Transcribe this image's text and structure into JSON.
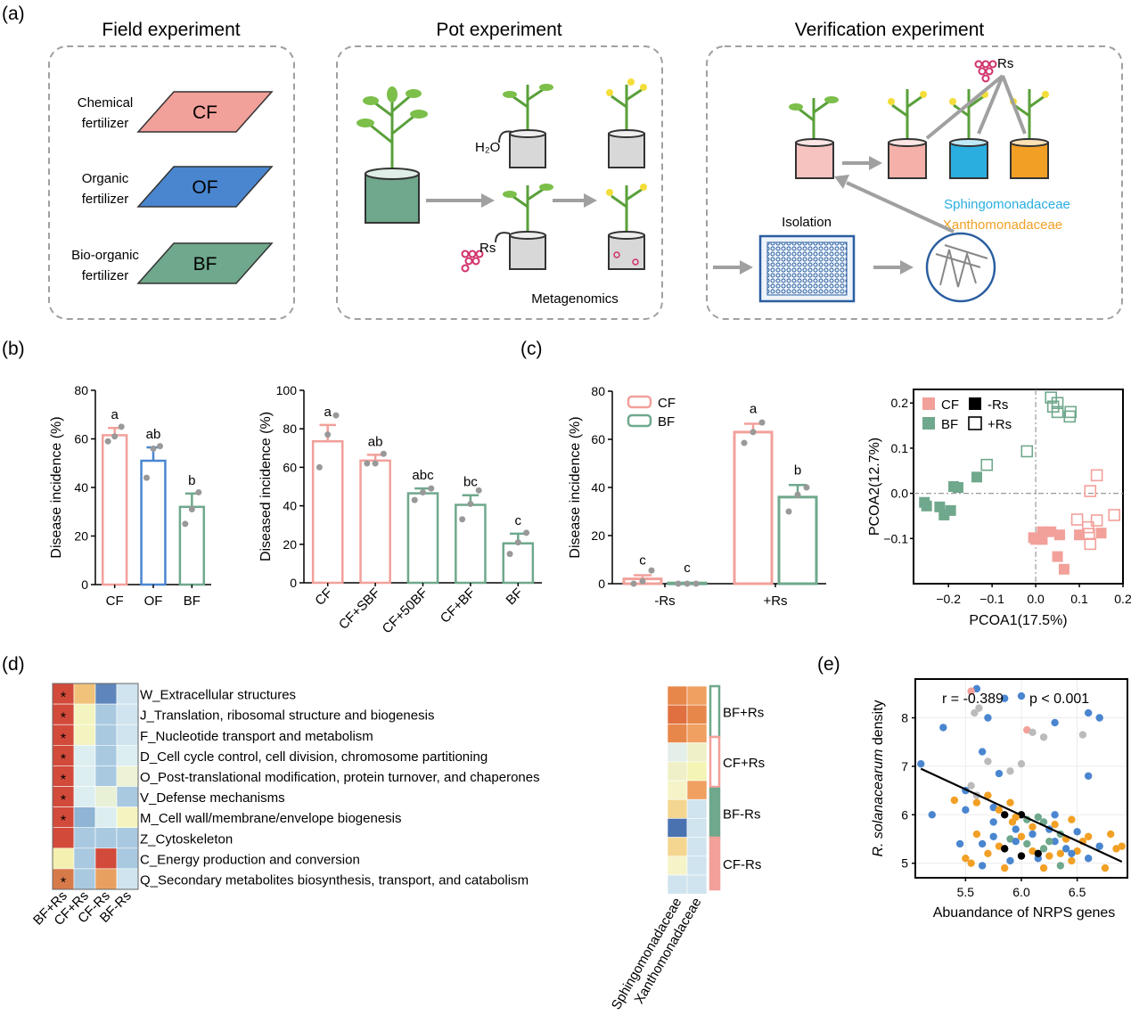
{
  "panel_labels": {
    "a": "(a)",
    "b": "(b)",
    "c": "(c)",
    "d": "(d)",
    "e": "(e)"
  },
  "panel_a": {
    "field": {
      "title": "Field experiment",
      "items": [
        {
          "label_line1": "Chemical",
          "label_line2": "fertilizer",
          "tag": "CF",
          "color": "#f2a09a"
        },
        {
          "label_line1": "Organic",
          "label_line2": "fertilizer",
          "tag": "OF",
          "color": "#4a86d0"
        },
        {
          "label_line1": "Bio-organic",
          "label_line2": "fertilizer",
          "tag": "BF",
          "color": "#6fa88c"
        }
      ]
    },
    "pot": {
      "title": "Pot experiment",
      "water_label": "H₂O",
      "rs_label": "Rs",
      "metagenomics_label": "Metagenomics"
    },
    "verification": {
      "title": "Verification experiment",
      "rs_label": "Rs",
      "isolation_label": "Isolation",
      "family1": "Sphingomonadaceae",
      "family2": "Xanthomonadaceae",
      "family1_color": "#2aaee0",
      "family2_color": "#f2a025"
    }
  },
  "colors": {
    "CF": "#f2a09a",
    "OF": "#4a86d0",
    "BF": "#6fa88c",
    "dot": "#999999"
  },
  "chart_data": [
    {
      "id": "b1",
      "type": "bar",
      "ylabel": "Disease incidence (%)",
      "ylim": [
        0,
        80
      ],
      "yticks": [
        0,
        20,
        40,
        60,
        80
      ],
      "categories": [
        "CF",
        "OF",
        "BF"
      ],
      "values": [
        61.5,
        51,
        32
      ],
      "errors": [
        3,
        5.5,
        5.5
      ],
      "letters": [
        "a",
        "ab",
        "b"
      ],
      "points": [
        [
          59,
          61,
          65
        ],
        [
          44,
          56,
          57
        ],
        [
          25,
          31,
          38
        ]
      ]
    },
    {
      "id": "b2",
      "type": "bar",
      "ylabel": "Diseased incidence (%)",
      "ylim": [
        0,
        100
      ],
      "yticks": [
        0,
        20,
        40,
        60,
        80,
        100
      ],
      "categories": [
        "CF",
        "CF+SBF",
        "CF+50BF",
        "CF+BF",
        "BF"
      ],
      "values": [
        73.5,
        63.5,
        46.5,
        40.5,
        20.5
      ],
      "errors": [
        8.5,
        3,
        2.5,
        5,
        5
      ],
      "letters": [
        "a",
        "ab",
        "abc",
        "bc",
        "c"
      ],
      "points": [
        [
          60,
          77,
          87
        ],
        [
          62,
          62,
          67
        ],
        [
          43,
          47,
          49
        ],
        [
          33,
          41,
          48
        ],
        [
          15,
          21,
          26
        ]
      ]
    },
    {
      "id": "c1",
      "type": "bar",
      "ylabel": "Disease incidence (%)",
      "ylim": [
        0,
        80
      ],
      "yticks": [
        0,
        20,
        40,
        60,
        80
      ],
      "categories": [
        "-Rs",
        "+Rs"
      ],
      "series": [
        {
          "name": "CF",
          "values": [
            2,
            63
          ],
          "errors": [
            1.5,
            3.5
          ],
          "letters": [
            "c",
            "a"
          ],
          "points": [
            [
              0,
              1,
              5.5
            ],
            [
              58.5,
              63,
              67
            ]
          ]
        },
        {
          "name": "BF",
          "values": [
            0.3,
            36
          ],
          "errors": [
            0,
            5
          ],
          "letters": [
            "c",
            "b"
          ],
          "points": [
            [
              0,
              0,
              0
            ],
            [
              30,
              37,
              40
            ]
          ]
        }
      ]
    },
    {
      "id": "c2",
      "type": "scatter",
      "xlabel": "PCOA1(17.5%)",
      "ylabel": "PCOA2(12.7%)",
      "xlim": [
        -0.28,
        0.2
      ],
      "ylim": [
        -0.2,
        0.23
      ],
      "xticks": [
        -0.2,
        -0.1,
        0.0,
        0.1,
        0.2
      ],
      "yticks": [
        -0.1,
        0.0,
        0.1,
        0.2
      ],
      "legend": {
        "CF": "CF",
        "BF": "BF",
        "minus": "-Rs",
        "plus": "+Rs"
      },
      "points": [
        {
          "g": "BF",
          "f": 1,
          "x": -0.255,
          "y": -0.02
        },
        {
          "g": "BF",
          "f": 1,
          "x": -0.25,
          "y": -0.028
        },
        {
          "g": "BF",
          "f": 1,
          "x": -0.22,
          "y": -0.03
        },
        {
          "g": "BF",
          "f": 1,
          "x": -0.21,
          "y": -0.048
        },
        {
          "g": "BF",
          "f": 1,
          "x": -0.195,
          "y": -0.038
        },
        {
          "g": "BF",
          "f": 1,
          "x": -0.188,
          "y": 0.015
        },
        {
          "g": "BF",
          "f": 1,
          "x": -0.178,
          "y": 0.013
        },
        {
          "g": "BF",
          "f": 1,
          "x": -0.135,
          "y": 0.036
        },
        {
          "g": "BF",
          "f": 0,
          "x": -0.112,
          "y": 0.063
        },
        {
          "g": "BF",
          "f": 0,
          "x": -0.02,
          "y": 0.093
        },
        {
          "g": "BF",
          "f": 0,
          "x": 0.035,
          "y": 0.212
        },
        {
          "g": "BF",
          "f": 0,
          "x": 0.04,
          "y": 0.192
        },
        {
          "g": "BF",
          "f": 0,
          "x": 0.05,
          "y": 0.2
        },
        {
          "g": "BF",
          "f": 0,
          "x": 0.05,
          "y": 0.18
        },
        {
          "g": "BF",
          "f": 0,
          "x": 0.078,
          "y": 0.17
        },
        {
          "g": "BF",
          "f": 0,
          "x": 0.08,
          "y": 0.18
        },
        {
          "g": "CF",
          "f": 1,
          "x": -0.005,
          "y": -0.098
        },
        {
          "g": "CF",
          "f": 1,
          "x": 0.0,
          "y": -0.102
        },
        {
          "g": "CF",
          "f": 1,
          "x": 0.015,
          "y": -0.102
        },
        {
          "g": "CF",
          "f": 1,
          "x": 0.015,
          "y": -0.085
        },
        {
          "g": "CF",
          "f": 1,
          "x": 0.035,
          "y": -0.085
        },
        {
          "g": "CF",
          "f": 1,
          "x": 0.055,
          "y": -0.092
        },
        {
          "g": "CF",
          "f": 1,
          "x": 0.05,
          "y": -0.14
        },
        {
          "g": "CF",
          "f": 1,
          "x": 0.065,
          "y": -0.168
        },
        {
          "g": "CF",
          "f": 1,
          "x": 0.1,
          "y": -0.092
        },
        {
          "g": "CF",
          "f": 1,
          "x": 0.15,
          "y": -0.088
        },
        {
          "g": "CF",
          "f": 0,
          "x": 0.095,
          "y": -0.058
        },
        {
          "g": "CF",
          "f": 0,
          "x": 0.14,
          "y": -0.06
        },
        {
          "g": "CF",
          "f": 0,
          "x": 0.12,
          "y": -0.075
        },
        {
          "g": "CF",
          "f": 0,
          "x": 0.125,
          "y": 0.005
        },
        {
          "g": "CF",
          "f": 0,
          "x": 0.14,
          "y": 0.04
        },
        {
          "g": "CF",
          "f": 0,
          "x": 0.18,
          "y": -0.048
        },
        {
          "g": "CF",
          "f": 0,
          "x": 0.122,
          "y": -0.09
        },
        {
          "g": "CF",
          "f": 0,
          "x": 0.125,
          "y": -0.112
        }
      ]
    },
    {
      "id": "d1",
      "type": "heatmap",
      "columns": [
        "BF+Rs",
        "CF+Rs",
        "CF-Rs",
        "BF-Rs"
      ],
      "rows": [
        "W_Extracellular structures",
        "J_Translation, ribosomal structure and biogenesis",
        "F_Nucleotide transport and metabolism",
        "D_Cell cycle control, cell division, chromosome partitioning",
        "O_Post-translational modification, protein turnover, and chaperones",
        "V_Defense mechanisms",
        "M_Cell wall/membrane/envelope biogenesis",
        "Z_Cytoskeleton",
        "C_Energy production and conversion",
        "Q_Secondary metabolites biosynthesis, transport, and catabolism"
      ],
      "cells": [
        [
          "#d24a3a",
          "#f0c27a",
          "#5f86bc",
          "#cfe4ee"
        ],
        [
          "#d24a3a",
          "#f4f4c0",
          "#a9c9e0",
          "#cfe4ee"
        ],
        [
          "#d24a3a",
          "#f4f4c0",
          "#a9c9e0",
          "#cfe4ee"
        ],
        [
          "#d24a3a",
          "#dceef0",
          "#a9c9e0",
          "#dceef0"
        ],
        [
          "#d24a3a",
          "#dceef0",
          "#a9c9e0",
          "#eef3d6"
        ],
        [
          "#d24a3a",
          "#dceef0",
          "#e8f0d6",
          "#a9c9e0"
        ],
        [
          "#d24a3a",
          "#8fb4d4",
          "#dceef0",
          "#f4f4c0"
        ],
        [
          "#d24a3a",
          "#a9c9e0",
          "#a9c9e0",
          "#a9c9e0"
        ],
        [
          "#f4f0b0",
          "#a9c9e0",
          "#d24a3a",
          "#a9c9e0"
        ],
        [
          "#d77a4a",
          "#a9c9e0",
          "#e8a060",
          "#cfe4ee"
        ]
      ],
      "stars": "*"
    },
    {
      "id": "d2",
      "type": "heatmap",
      "columns": [
        "Sphingomonadaceae",
        "Xanthomonadaceae"
      ],
      "groups": [
        "BF+Rs",
        "CF+Rs",
        "BF-Rs",
        "CF-Rs"
      ],
      "group_colors": [
        "#6fa88c",
        "#f2a09a",
        "#6fa88c",
        "#f2a09a"
      ],
      "cells": [
        [
          "#e8874a",
          "#f0a060"
        ],
        [
          "#e07040",
          "#e8874a"
        ],
        [
          "#e8874a",
          "#f0a060"
        ],
        [
          "#e3efe8",
          "#f0f0c8"
        ],
        [
          "#f0f0c8",
          "#f4f4b4"
        ],
        [
          "#f4f4c8",
          "#f0a060"
        ],
        [
          "#f4d690",
          "#cfe4ee"
        ],
        [
          "#4a72b0",
          "#cfe4ee"
        ],
        [
          "#f4d690",
          "#cfe4ee"
        ],
        [
          "#f4f4c8",
          "#cfe4ee"
        ],
        [
          "#cfe4ee",
          "#cfe4ee"
        ]
      ]
    },
    {
      "id": "e1",
      "type": "scatter",
      "xlabel": "Abuandance of NRPS genes",
      "ylabel": "R. solanacearum density",
      "xlim": [
        5.05,
        6.95
      ],
      "ylim": [
        4.7,
        8.8
      ],
      "xticks": [
        5.5,
        6.0,
        6.5
      ],
      "yticks": [
        5,
        6,
        7,
        8
      ],
      "annotation_r": "r = -0.389",
      "annotation_p": "p < 0.001",
      "fit": {
        "x0": 5.1,
        "y0": 6.95,
        "x1": 6.9,
        "y1": 5.03
      },
      "point_colors": [
        "#4a86d0",
        "#f2a025",
        "#6fa88c",
        "#f2a09a",
        "#bbbbbb",
        "#000000"
      ],
      "points": [
        [
          5.6,
          8.6,
          0
        ],
        [
          5.55,
          8.55,
          3
        ],
        [
          5.58,
          8.1,
          4
        ],
        [
          5.62,
          8.2,
          4
        ],
        [
          5.7,
          8.0,
          0
        ],
        [
          5.85,
          8.4,
          0
        ],
        [
          6.0,
          8.45,
          0
        ],
        [
          6.6,
          8.1,
          0
        ],
        [
          6.7,
          8.0,
          0
        ],
        [
          5.3,
          7.8,
          0
        ],
        [
          6.05,
          7.75,
          3
        ],
        [
          6.1,
          7.7,
          4
        ],
        [
          6.2,
          7.6,
          4
        ],
        [
          6.3,
          7.9,
          0
        ],
        [
          6.55,
          7.65,
          4
        ],
        [
          5.65,
          7.3,
          0
        ],
        [
          5.7,
          7.1,
          4
        ],
        [
          5.8,
          6.85,
          0
        ],
        [
          5.9,
          6.9,
          4
        ],
        [
          6.0,
          7.05,
          4
        ],
        [
          6.6,
          6.8,
          0
        ],
        [
          5.5,
          6.5,
          0
        ],
        [
          5.55,
          6.6,
          4
        ],
        [
          5.6,
          6.4,
          4
        ],
        [
          5.1,
          7.05,
          0
        ],
        [
          5.2,
          6.0,
          0
        ],
        [
          5.4,
          6.3,
          1
        ],
        [
          5.5,
          6.1,
          0
        ],
        [
          5.6,
          6.25,
          1
        ],
        [
          5.7,
          6.4,
          1
        ],
        [
          5.75,
          6.15,
          0
        ],
        [
          5.8,
          6.1,
          1
        ],
        [
          5.85,
          6.0,
          5
        ],
        [
          5.9,
          6.25,
          1
        ],
        [
          5.92,
          5.85,
          1
        ],
        [
          5.95,
          5.7,
          0
        ],
        [
          6.0,
          6.0,
          5
        ],
        [
          6.05,
          5.9,
          2
        ],
        [
          6.1,
          5.75,
          1
        ],
        [
          6.15,
          5.95,
          2
        ],
        [
          6.2,
          5.85,
          2
        ],
        [
          6.25,
          5.7,
          0
        ],
        [
          6.3,
          5.8,
          1
        ],
        [
          6.35,
          5.6,
          2
        ],
        [
          6.4,
          5.5,
          1
        ],
        [
          6.45,
          5.9,
          1
        ],
        [
          6.5,
          5.65,
          0
        ],
        [
          6.55,
          5.45,
          1
        ],
        [
          6.6,
          5.55,
          1
        ],
        [
          6.7,
          5.35,
          0
        ],
        [
          6.8,
          5.6,
          1
        ],
        [
          6.85,
          5.3,
          1
        ],
        [
          6.9,
          5.35,
          1
        ],
        [
          5.6,
          5.6,
          1
        ],
        [
          5.65,
          5.4,
          0
        ],
        [
          5.7,
          5.2,
          1
        ],
        [
          5.75,
          5.55,
          0
        ],
        [
          5.8,
          5.35,
          1
        ],
        [
          5.85,
          5.3,
          5
        ],
        [
          5.9,
          5.5,
          2
        ],
        [
          5.95,
          5.45,
          0
        ],
        [
          6.0,
          5.15,
          5
        ],
        [
          6.05,
          5.4,
          2
        ],
        [
          6.1,
          5.25,
          1
        ],
        [
          6.15,
          5.1,
          0
        ],
        [
          6.2,
          5.3,
          2
        ],
        [
          6.25,
          5.15,
          1
        ],
        [
          6.3,
          5.45,
          0
        ],
        [
          6.35,
          5.2,
          1
        ],
        [
          6.4,
          5.3,
          0
        ],
        [
          6.45,
          5.05,
          1
        ],
        [
          6.5,
          5.25,
          1
        ],
        [
          6.6,
          5.1,
          0
        ],
        [
          6.75,
          4.9,
          1
        ],
        [
          5.5,
          5.1,
          1
        ],
        [
          5.45,
          5.4,
          0
        ],
        [
          5.55,
          5.0,
          1
        ],
        [
          5.65,
          4.95,
          0
        ],
        [
          5.85,
          4.9,
          1
        ],
        [
          5.9,
          5.05,
          0
        ],
        [
          6.15,
          5.2,
          5
        ],
        [
          6.2,
          4.9,
          1
        ],
        [
          6.35,
          4.95,
          2
        ],
        [
          6.45,
          5.2,
          0
        ],
        [
          6.0,
          5.55,
          1
        ],
        [
          6.1,
          5.6,
          0
        ],
        [
          6.25,
          5.45,
          2
        ],
        [
          5.75,
          5.85,
          0
        ],
        [
          5.95,
          5.95,
          1
        ],
        [
          6.3,
          6.0,
          0
        ]
      ]
    }
  ]
}
